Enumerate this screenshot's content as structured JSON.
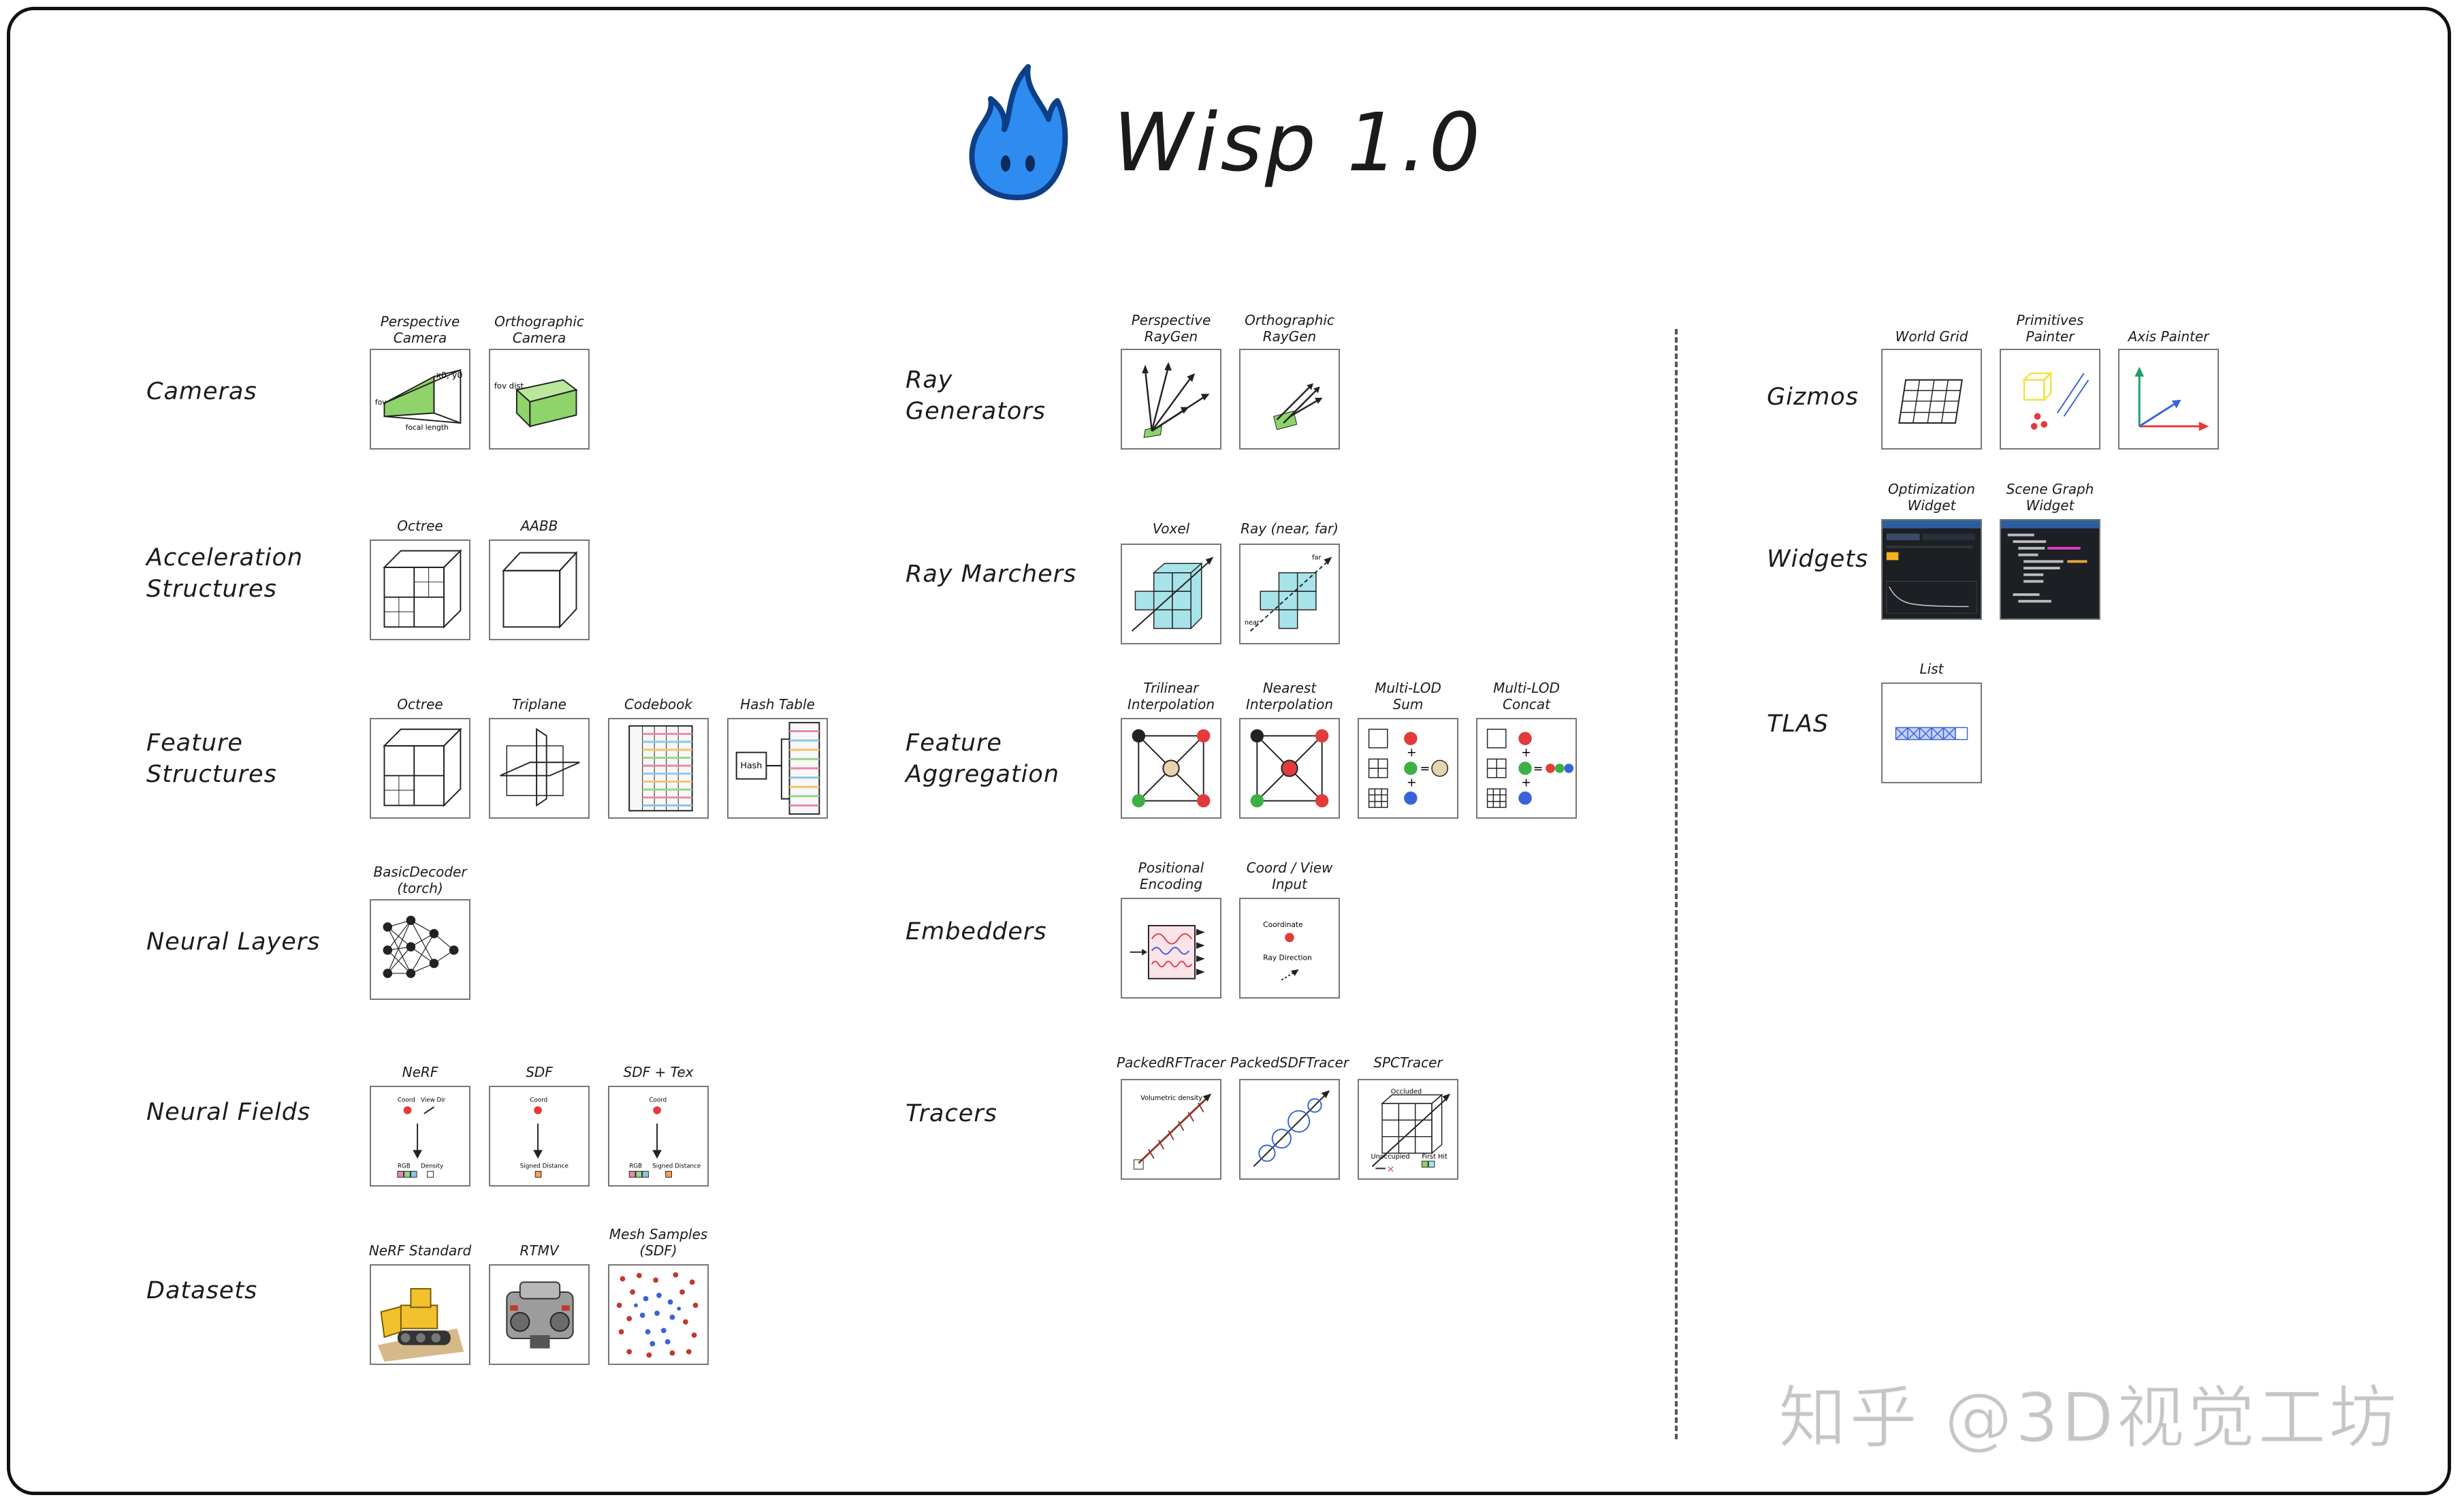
{
  "title": "Wisp 1.0",
  "watermark": "知乎 @3D视觉工坊",
  "colors": {
    "flame": "#2e8cf0",
    "flame_dark": "#0e3f86",
    "frame": "#111111",
    "green": "#8fd36b",
    "teal": "#a9e3ea",
    "red": "#e23b3b",
    "blue": "#3a63d9",
    "yellow": "#f2e23a"
  },
  "rows": [
    {
      "label": "Cameras",
      "items": [
        {
          "caption": "Perspective\nCamera",
          "icon": "perspective-camera-icon",
          "annotations": [
            "x0, y0",
            "fov",
            "focal length"
          ]
        },
        {
          "caption": "Orthographic\nCamera",
          "icon": "orthographic-camera-icon",
          "annotations": [
            "fov dist."
          ]
        }
      ]
    },
    {
      "label": "Acceleration\nStructures",
      "items": [
        {
          "caption": "Octree",
          "icon": "octree-icon"
        },
        {
          "caption": "AABB",
          "icon": "aabb-cube-icon"
        }
      ]
    },
    {
      "label": "Feature\nStructures",
      "items": [
        {
          "caption": "Octree",
          "icon": "octree-icon"
        },
        {
          "caption": "Triplane",
          "icon": "triplane-icon"
        },
        {
          "caption": "Codebook",
          "icon": "codebook-icon"
        },
        {
          "caption": "Hash Table",
          "icon": "hash-table-icon",
          "annotations": [
            "Hash"
          ]
        }
      ]
    },
    {
      "label": "Neural Layers",
      "items": [
        {
          "caption": "BasicDecoder\n(torch)",
          "icon": "neural-network-icon"
        }
      ]
    },
    {
      "label": "Neural Fields",
      "items": [
        {
          "caption": "NeRF",
          "icon": "nerf-field-icon",
          "annotations": [
            "Coord",
            "View Dir",
            "RGB",
            "Density"
          ]
        },
        {
          "caption": "SDF",
          "icon": "sdf-field-icon",
          "annotations": [
            "Coord",
            "Signed Distance"
          ]
        },
        {
          "caption": "SDF + Tex",
          "icon": "sdf-tex-field-icon",
          "annotations": [
            "Coord",
            "RGB",
            "Signed Distance"
          ]
        }
      ]
    },
    {
      "label": "Datasets",
      "items": [
        {
          "caption": "NeRF Standard",
          "icon": "lego-bulldozer-icon"
        },
        {
          "caption": "RTMV",
          "icon": "engine-render-icon"
        },
        {
          "caption": "Mesh Samples\n(SDF)",
          "icon": "point-samples-icon"
        }
      ]
    },
    {
      "label": "Ray\nGenerators",
      "items": [
        {
          "caption": "Perspective\nRayGen",
          "icon": "perspective-raygen-icon"
        },
        {
          "caption": "Orthographic\nRayGen",
          "icon": "orthographic-raygen-icon"
        }
      ]
    },
    {
      "label": "Ray Marchers",
      "items": [
        {
          "caption": "Voxel",
          "icon": "voxel-marcher-icon"
        },
        {
          "caption": "Ray (near, far)",
          "icon": "ray-marcher-icon",
          "annotations": [
            "far",
            "near"
          ]
        }
      ]
    },
    {
      "label": "Feature\nAggregation",
      "items": [
        {
          "caption": "Trilinear\nInterpolation",
          "icon": "trilinear-interpolation-icon"
        },
        {
          "caption": "Nearest\nInterpolation",
          "icon": "nearest-interpolation-icon"
        },
        {
          "caption": "Multi-LOD\nSum",
          "icon": "multi-lod-sum-icon"
        },
        {
          "caption": "Multi-LOD\nConcat",
          "icon": "multi-lod-concat-icon"
        }
      ]
    },
    {
      "label": "Embedders",
      "items": [
        {
          "caption": "Positional\nEncoding",
          "icon": "positional-encoding-icon"
        },
        {
          "caption": "Coord / View\nInput",
          "icon": "coord-view-input-icon",
          "annotations": [
            "Coordinate",
            "Ray Direction"
          ]
        }
      ]
    },
    {
      "label": "Tracers",
      "items": [
        {
          "caption": "PackedRFTracer",
          "icon": "packed-rf-tracer-icon",
          "annotations": [
            "Volumetric\ndensity"
          ]
        },
        {
          "caption": "PackedSDFTracer",
          "icon": "packed-sdf-tracer-icon"
        },
        {
          "caption": "SPCTracer",
          "icon": "spc-tracer-icon",
          "annotations": [
            "Occluded",
            "First Hit",
            "Unoccupied"
          ]
        }
      ]
    },
    {
      "label": "Gizmos",
      "items": [
        {
          "caption": "World Grid",
          "icon": "world-grid-icon"
        },
        {
          "caption": "Primitives\nPainter",
          "icon": "primitives-painter-icon"
        },
        {
          "caption": "Axis Painter",
          "icon": "axis-painter-icon"
        }
      ]
    },
    {
      "label": "Widgets",
      "items": [
        {
          "caption": "Optimization\nWidget",
          "icon": "optimization-widget-icon"
        },
        {
          "caption": "Scene Graph\nWidget",
          "icon": "scene-graph-widget-icon"
        }
      ]
    },
    {
      "label": "TLAS",
      "items": [
        {
          "caption": "List",
          "icon": "list-icon"
        }
      ]
    }
  ]
}
